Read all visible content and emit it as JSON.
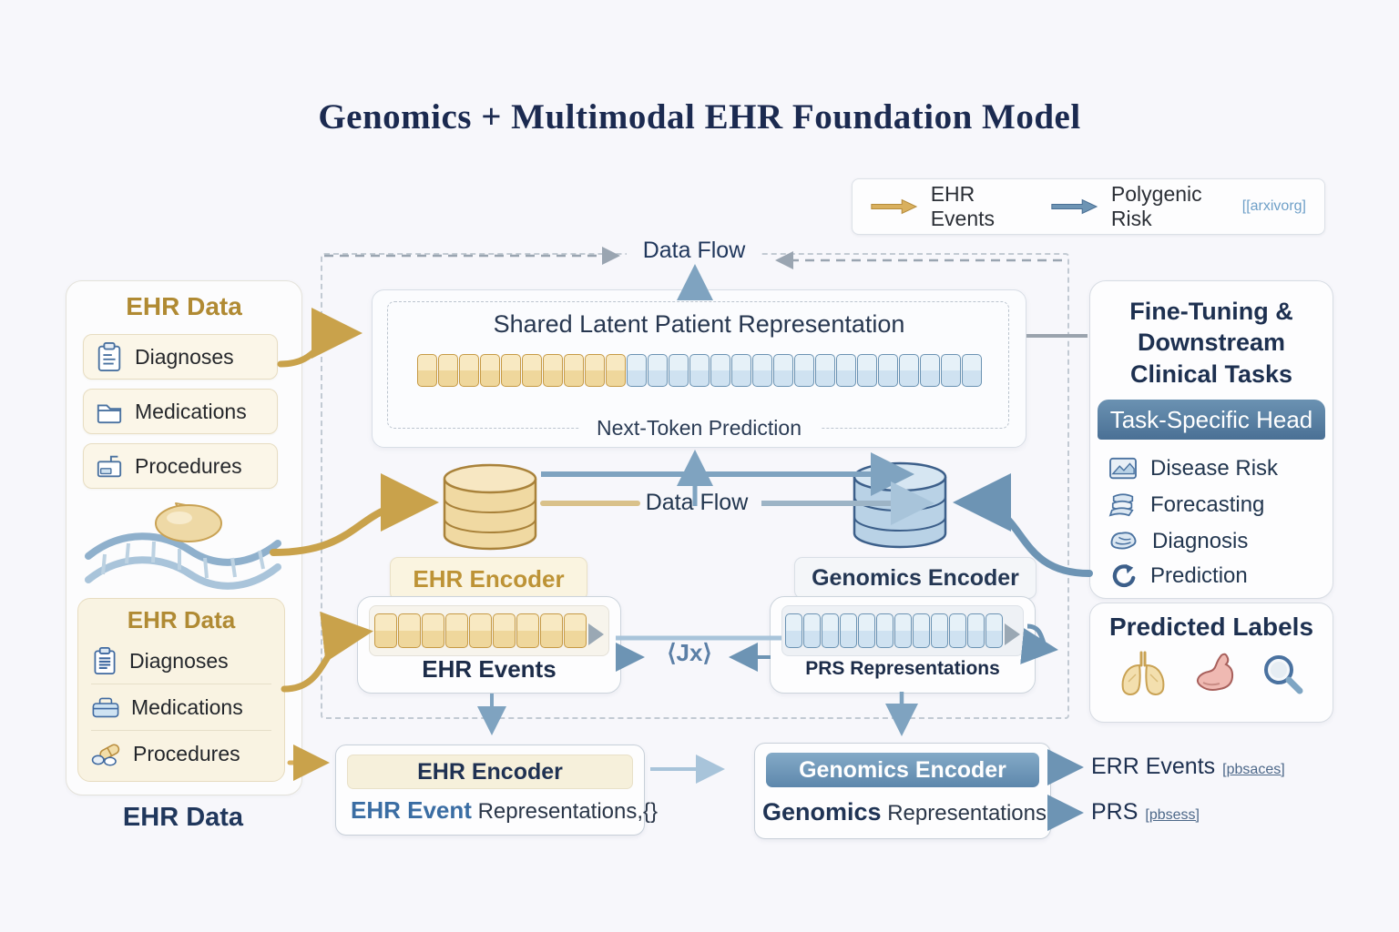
{
  "title": "Genomics + Multimodal EHR Foundation Model",
  "legend": {
    "ehr_events": "EHR Events",
    "polygenic_risk": "Polygenic Risk",
    "citation": "[[arxivorg]"
  },
  "flow_labels": {
    "top": "Data Flow",
    "middle": "Data Flow"
  },
  "left_top_panel": {
    "title": "EHR Data",
    "items": [
      "Diagnoses",
      "Medications",
      "Procedures"
    ]
  },
  "left_bottom_panel": {
    "title": "EHR Data",
    "items": [
      "Diagnoses",
      "Medications",
      "Procedures"
    ]
  },
  "left_caption": "EHR Data",
  "shared_box": {
    "title": "Shared Latent Patient Representation",
    "subtitle": "Next-Token Prediction",
    "gold_tokens": 10,
    "blue_tokens": 17
  },
  "mid_encoders": {
    "ehr_label": "EHR Encoder",
    "genomics_label": "Genomics Encoder"
  },
  "events_box": {
    "label": "EHR Events",
    "tokens": 9
  },
  "prs_box": {
    "label": "PRS Representations",
    "tokens": 12
  },
  "merge_glyph": "⟨Jx⟩",
  "right_panel": {
    "title": "Fine-Tuning & Downstream Clinical Tasks",
    "head_label": "Task-Specific Head",
    "tasks": [
      "Disease Risk",
      "Forecasting",
      "Diagnosis",
      "Prediction"
    ],
    "predicted_title": "Predicted Labels"
  },
  "bottom_left_box": {
    "header": "EHR Encoder",
    "strong": "EHR Event",
    "rest": " Representations,{}"
  },
  "bottom_right_box": {
    "header": "Genomics Encoder",
    "strong": "Genomics",
    "rest": " Representations"
  },
  "outputs": [
    {
      "label": "ERR Events",
      "cite": "[pbsaces]"
    },
    {
      "label": "PRS",
      "cite": "[pbsess]"
    }
  ],
  "colors": {
    "gold": "#c9a24b",
    "steel_blue": "#6d94b4",
    "navy": "#1d3050",
    "token_gold": "#efd79c",
    "token_blue": "#cfe2f1"
  }
}
